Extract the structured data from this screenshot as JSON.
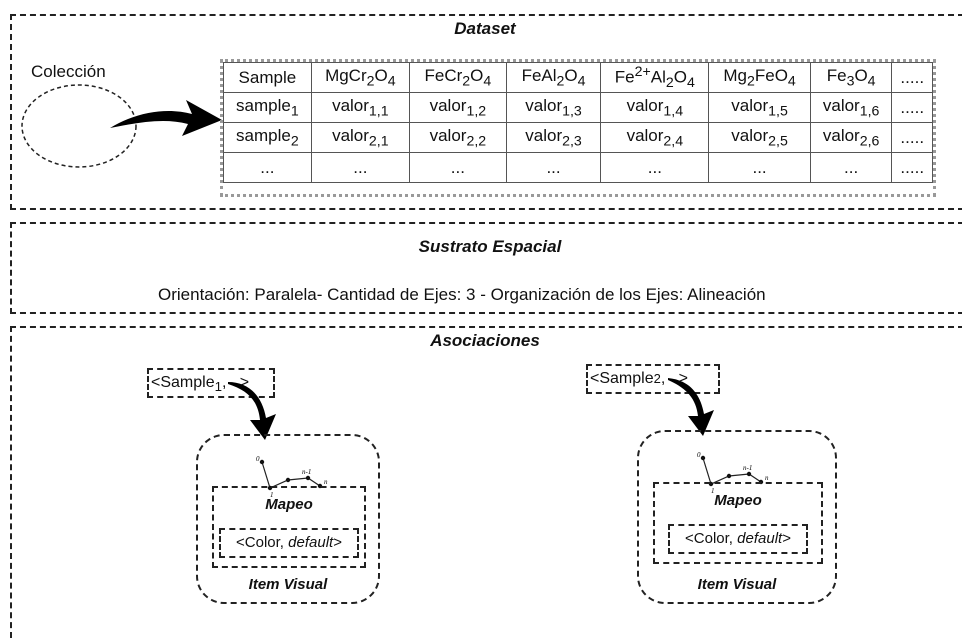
{
  "dataset": {
    "title": "Dataset",
    "collection_label": "Colección",
    "header": [
      {
        "base": "Sample",
        "html": "Sample"
      },
      {
        "base": "MgCr2O4",
        "html": "MgCr<sub>2</sub>O<sub>4</sub>"
      },
      {
        "base": "FeCr2O4",
        "html": "FeCr<sub>2</sub>O<sub>4</sub>"
      },
      {
        "base": "FeAl2O4",
        "html": "FeAl<sub>2</sub>O<sub>4</sub>"
      },
      {
        "base": "Fe2+Al2O4",
        "html": "Fe<sup>2+</sup>Al<sub>2</sub>O<sub>4</sub>"
      },
      {
        "base": "Mg2FeO4",
        "html": "Mg<sub>2</sub>FeO<sub>4</sub>"
      },
      {
        "base": "Fe3O4",
        "html": "Fe<sub>3</sub>O<sub>4</sub>"
      },
      {
        "base": ".....",
        "html": "....."
      }
    ],
    "rows": [
      [
        "sample<sub>1</sub>",
        "valor<sub>1,1</sub>",
        "valor<sub>1,2</sub>",
        "valor<sub>1,3</sub>",
        "valor<sub>1,4</sub>",
        "valor<sub>1,5</sub>",
        "valor<sub>1,6</sub>",
        "....."
      ],
      [
        "sample<sub>2</sub>",
        "valor<sub>2,1</sub>",
        "valor<sub>2,2</sub>",
        "valor<sub>2,3</sub>",
        "valor<sub>2,4</sub>",
        "valor<sub>2,5</sub>",
        "valor<sub>2,6</sub>",
        "....."
      ],
      [
        "...",
        "...",
        "...",
        "...",
        "...",
        "...",
        "...",
        "....."
      ]
    ]
  },
  "sustrato": {
    "title": "Sustrato Espacial",
    "description": "Orientación: Paralela- Cantidad de Ejes: 3 - Organización de los Ejes: Alineación"
  },
  "asociaciones": {
    "title": "Asociaciones",
    "items": [
      {
        "tuple_html": "&lt;Sample<sub>1</sub>,&nbsp;&nbsp; &gt;",
        "axis_labels": [
          "0",
          "1",
          "n-1",
          "n"
        ],
        "mapeo_label": "Mapeo",
        "color_text": "<Color, ",
        "color_default": "default",
        "color_close": ">",
        "item_label": "Item Visual"
      },
      {
        "tuple_html": "&lt;Sample<span style=\"font-size:13px\">2</span>,&nbsp;&nbsp; &gt;",
        "axis_labels": [
          "0",
          "1",
          "n-1",
          "n"
        ],
        "mapeo_label": "Mapeo",
        "color_text": "<Color, ",
        "color_default": "default",
        "color_close": ">",
        "item_label": "Item Visual"
      }
    ]
  }
}
